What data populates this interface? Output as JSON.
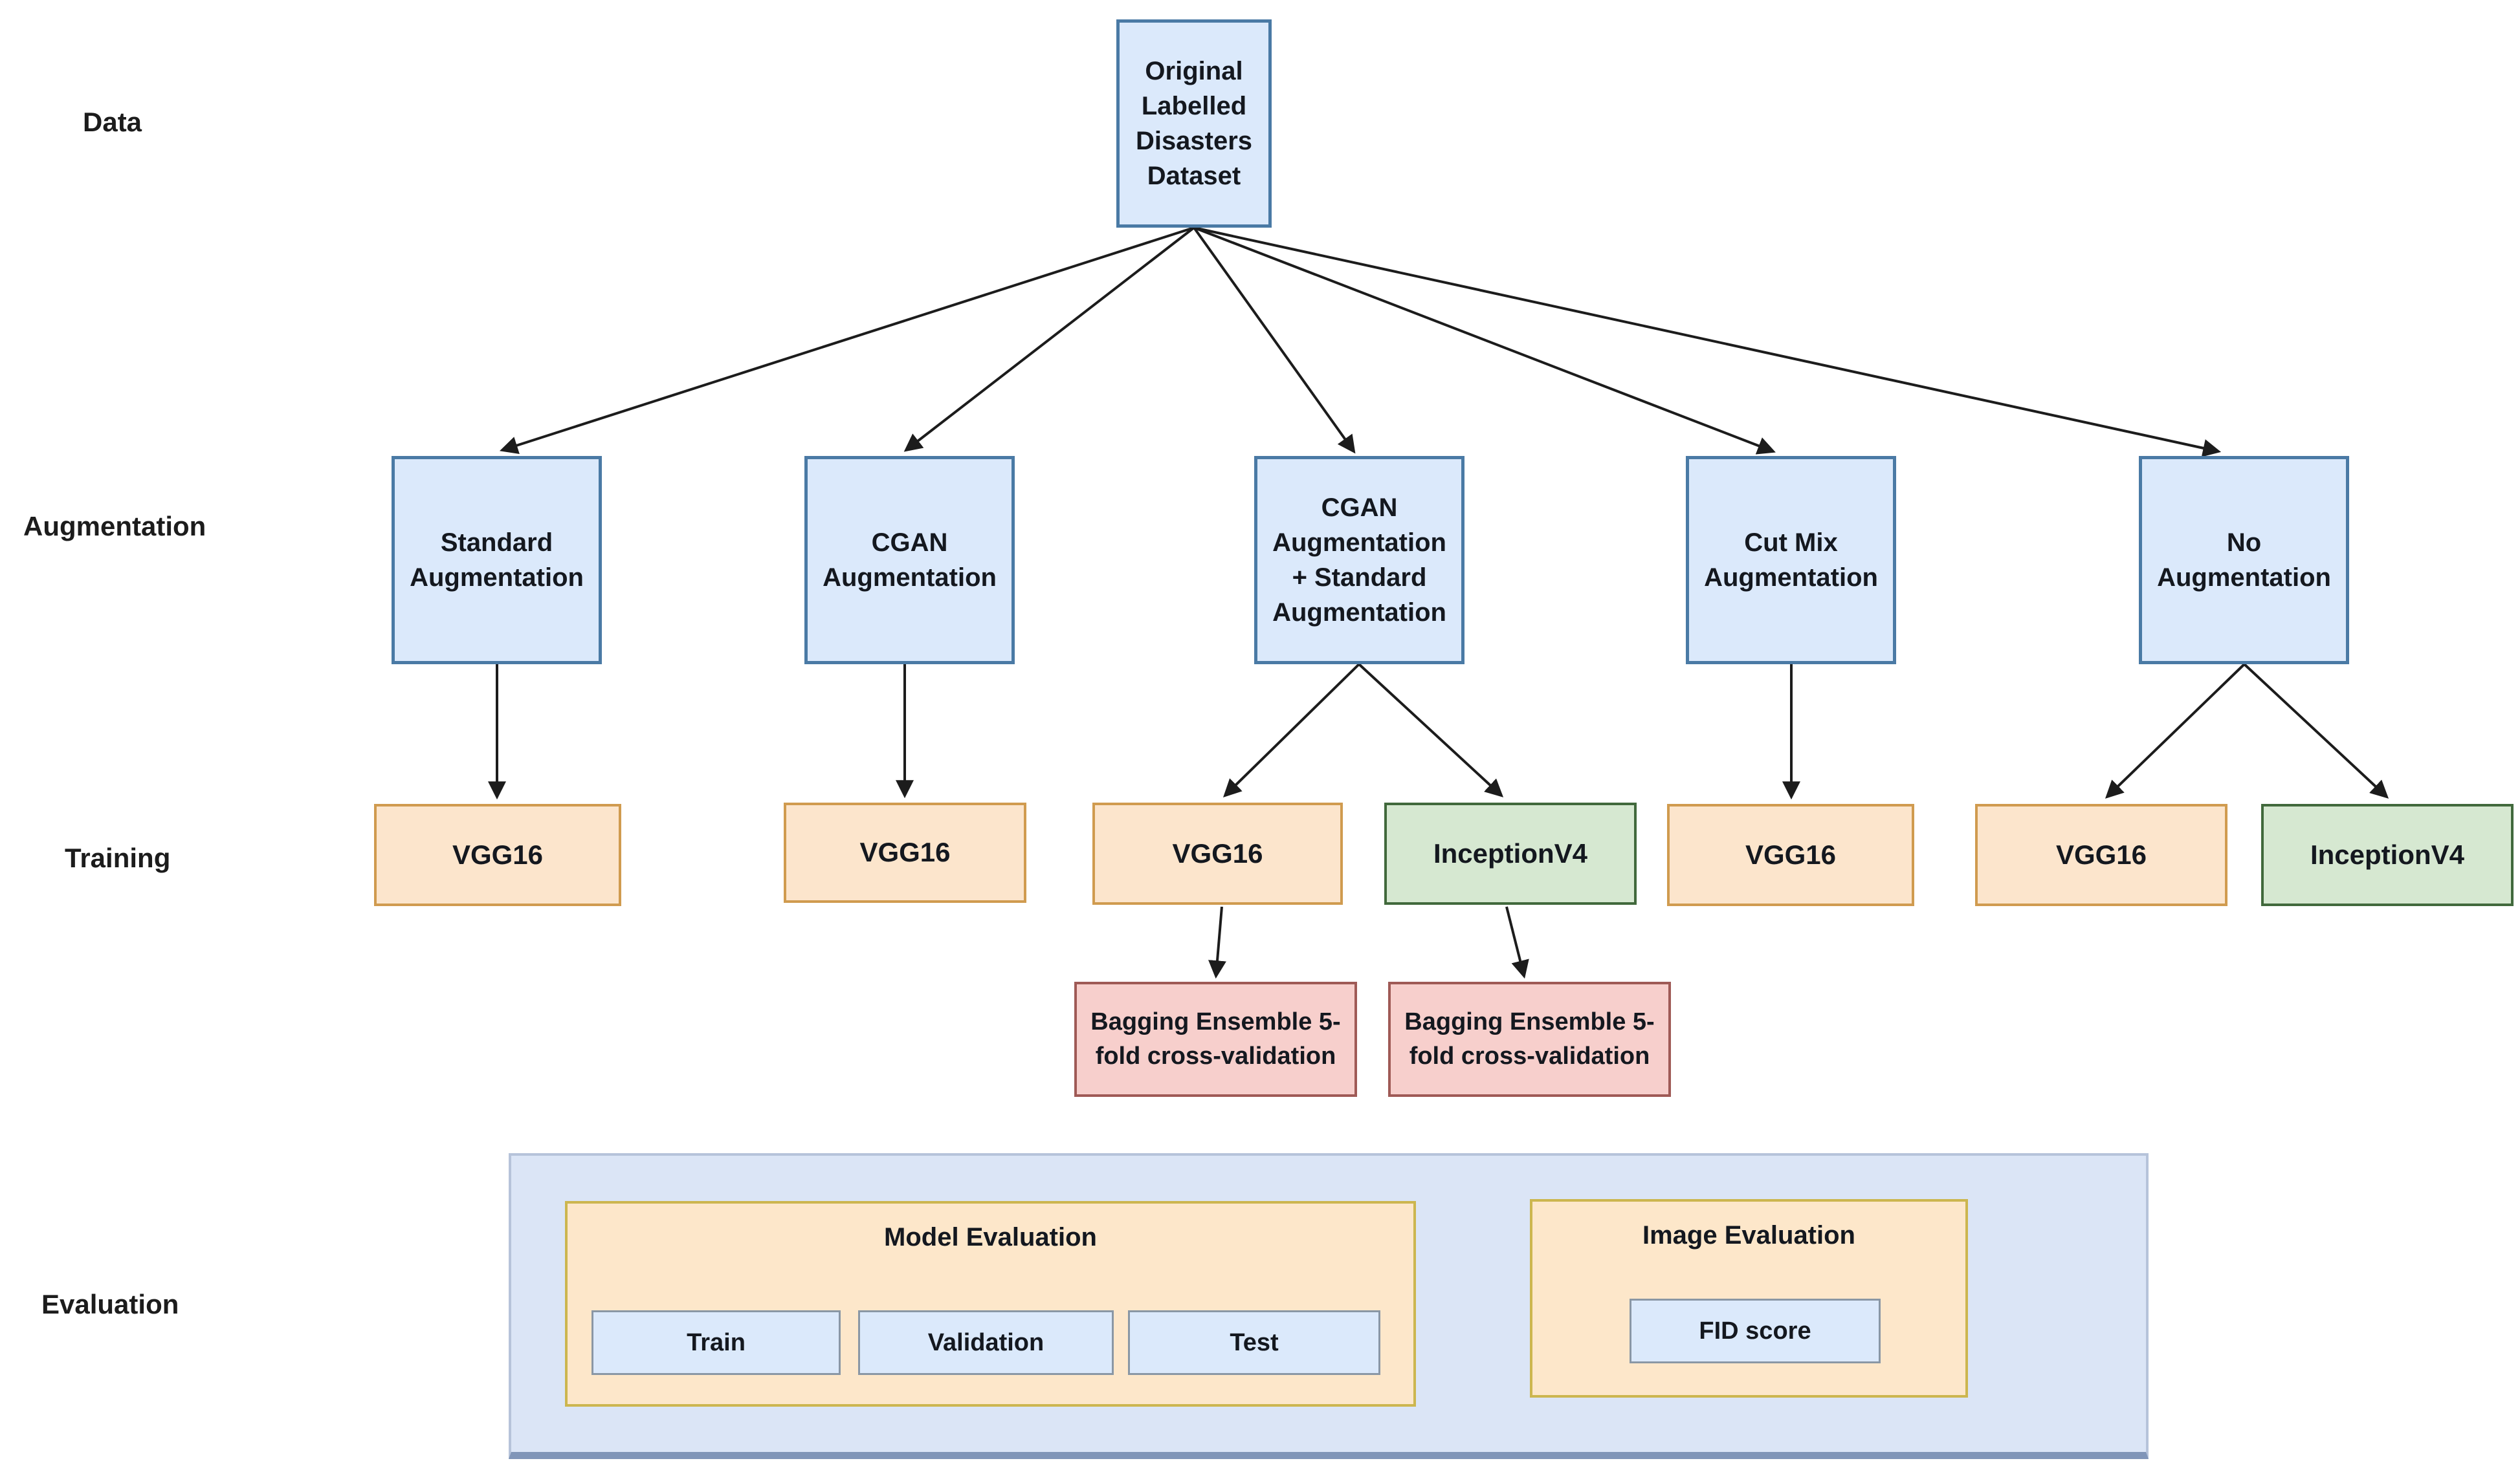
{
  "row_labels": [
    {
      "label": "Data"
    },
    {
      "label": "Augmentation"
    },
    {
      "label": "Training"
    },
    {
      "label": "Evaluation"
    }
  ],
  "nodes": {
    "dataset": {
      "label": "Original Labelled Disasters Dataset"
    },
    "aug_standard": {
      "label": "Standard Augmentation"
    },
    "aug_cgan": {
      "label": "CGAN Augmentation"
    },
    "aug_cgan_standard": {
      "label": "CGAN Augmentation + Standard Augmentation"
    },
    "aug_cutmix": {
      "label": "Cut Mix Augmentation"
    },
    "aug_none": {
      "label": "No Augmentation"
    },
    "train_standard_vgg16": {
      "label": "VGG16"
    },
    "train_cgan_vgg16": {
      "label": "VGG16"
    },
    "train_cgan_std_vgg16": {
      "label": "VGG16"
    },
    "train_cgan_std_inceptionv4": {
      "label": "InceptionV4"
    },
    "train_cutmix_vgg16": {
      "label": "VGG16"
    },
    "train_none_vgg16": {
      "label": "VGG16"
    },
    "train_none_inceptionv4": {
      "label": "InceptionV4"
    },
    "bagging_1": {
      "label": "Bagging Ensemble 5-fold cross-validation"
    },
    "bagging_2": {
      "label": "Bagging Ensemble 5-fold cross-validation"
    }
  },
  "evaluation": {
    "model_evaluation": {
      "title": "Model Evaluation",
      "items": [
        {
          "label": "Train"
        },
        {
          "label": "Validation"
        },
        {
          "label": "Test"
        }
      ]
    },
    "image_evaluation": {
      "title": "Image Evaluation",
      "items": [
        {
          "label": "FID score"
        }
      ]
    }
  },
  "colors": {
    "node_blue_fill": "#dbe9fb",
    "node_blue_border": "#4a7aa5",
    "node_orange_fill": "#fce5cc",
    "node_orange_border": "#d09b4f",
    "node_green_fill": "#d6e8d1",
    "node_green_border": "#41693c",
    "node_pink_fill": "#f7cfcc",
    "node_pink_border": "#9f5a56",
    "eval_container_fill": "#dbe5f6",
    "eval_group_fill": "#fde7ca",
    "eval_group_border": "#ccb64f",
    "arrow_color": "#1c1c1c"
  }
}
